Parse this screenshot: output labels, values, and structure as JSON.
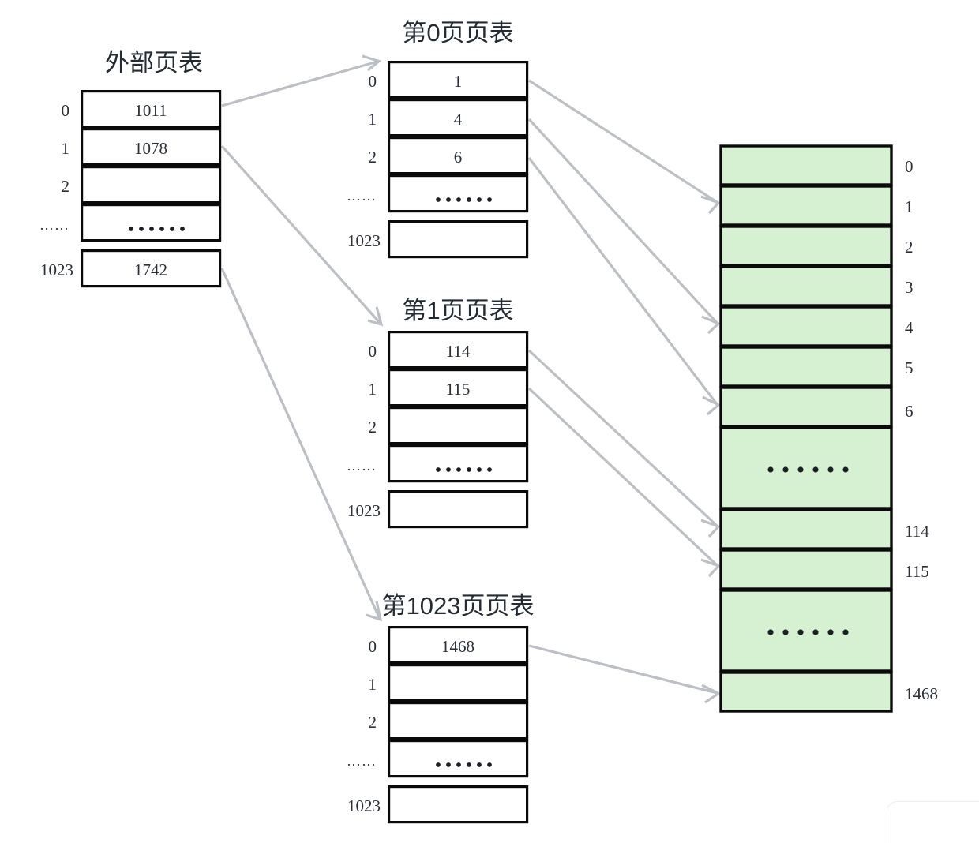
{
  "diagram": {
    "title_outer": "外部页表",
    "tables": [
      {
        "id": "outer-page-table",
        "title": "外部页表",
        "indices": [
          "0",
          "1",
          "2",
          "……",
          "1023"
        ],
        "values": [
          "1011",
          "1078",
          "",
          "dots",
          "1742"
        ]
      },
      {
        "id": "page-table-0",
        "title": "第0页页表",
        "indices": [
          "0",
          "1",
          "2",
          "……",
          "1023"
        ],
        "values": [
          "1",
          "4",
          "6",
          "dots",
          ""
        ]
      },
      {
        "id": "page-table-1",
        "title": "第1页页表",
        "indices": [
          "0",
          "1",
          "2",
          "……",
          "1023"
        ],
        "values": [
          "114",
          "115",
          "",
          "dots",
          ""
        ]
      },
      {
        "id": "page-table-1023",
        "title": "第1023页页表",
        "indices": [
          "0",
          "1",
          "2",
          "……",
          "1023"
        ],
        "values": [
          "1468",
          "",
          "",
          "dots",
          ""
        ]
      }
    ],
    "memory": {
      "id": "physical-memory",
      "fill_color": "#d6f0d2",
      "frames": [
        {
          "label": "0",
          "content": ""
        },
        {
          "label": "1",
          "content": ""
        },
        {
          "label": "2",
          "content": ""
        },
        {
          "label": "3",
          "content": ""
        },
        {
          "label": "4",
          "content": ""
        },
        {
          "label": "5",
          "content": ""
        },
        {
          "label": "6",
          "content": ""
        },
        {
          "label": "",
          "content": "dots"
        },
        {
          "label": "114",
          "content": ""
        },
        {
          "label": "115",
          "content": ""
        },
        {
          "label": "",
          "content": "dots"
        },
        {
          "label": "1468",
          "content": ""
        }
      ]
    },
    "colors": {
      "arrow": "#bcbfc4",
      "border": "#0a0a0a",
      "memory_fill": "#d6f0d2",
      "title_text": "#242b33",
      "value_text": "#2a2f38"
    },
    "connections": [
      {
        "from": "outer-page-table.row0",
        "to": "page-table-0.header"
      },
      {
        "from": "outer-page-table.row1",
        "to": "page-table-1.header"
      },
      {
        "from": "outer-page-table.row4",
        "to": "page-table-1023.header"
      },
      {
        "from": "page-table-0.row0",
        "to": "physical-memory.frame1"
      },
      {
        "from": "page-table-0.row1",
        "to": "physical-memory.frame4"
      },
      {
        "from": "page-table-0.row2",
        "to": "physical-memory.frame6"
      },
      {
        "from": "page-table-1.row0",
        "to": "physical-memory.frame114"
      },
      {
        "from": "page-table-1.row1",
        "to": "physical-memory.frame115"
      },
      {
        "from": "page-table-1023.row0",
        "to": "physical-memory.frame1468"
      }
    ]
  }
}
